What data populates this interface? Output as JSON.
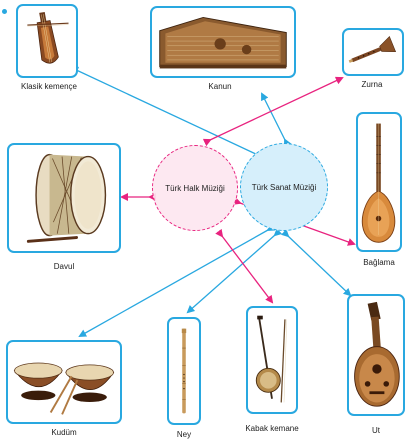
{
  "colors": {
    "frame": "#29a8e0",
    "folk": "#e8237f",
    "classical": "#29a8e0",
    "folk_fill": "#fde6f0",
    "classical_fill": "#d6effb"
  },
  "center": {
    "folk_music": "Türk Halk Müziği",
    "classical_music": "Türk Sanat Müziği"
  },
  "instruments": {
    "klasik_kemence": "Klasik kemençe",
    "kanun": "Kanun",
    "zurna": "Zurna",
    "davul": "Davul",
    "baglama": "Bağlama",
    "kudum": "Kudüm",
    "ney": "Ney",
    "kabak_kemane": "Kabak kemane",
    "ut": "Ut"
  },
  "connections": [
    {
      "from": "Türk Sanat Müziği",
      "to": "Klasik kemençe"
    },
    {
      "from": "Türk Sanat Müziği",
      "to": "Kanun"
    },
    {
      "from": "Türk Halk Müziği",
      "to": "Zurna"
    },
    {
      "from": "Türk Halk Müziği",
      "to": "Davul"
    },
    {
      "from": "Türk Halk Müziği",
      "to": "Bağlama"
    },
    {
      "from": "Türk Sanat Müziği",
      "to": "Kudüm"
    },
    {
      "from": "Türk Sanat Müziği",
      "to": "Ney"
    },
    {
      "from": "Türk Halk Müziği",
      "to": "Kabak kemane"
    },
    {
      "from": "Türk Sanat Müziği",
      "to": "Ut"
    }
  ]
}
